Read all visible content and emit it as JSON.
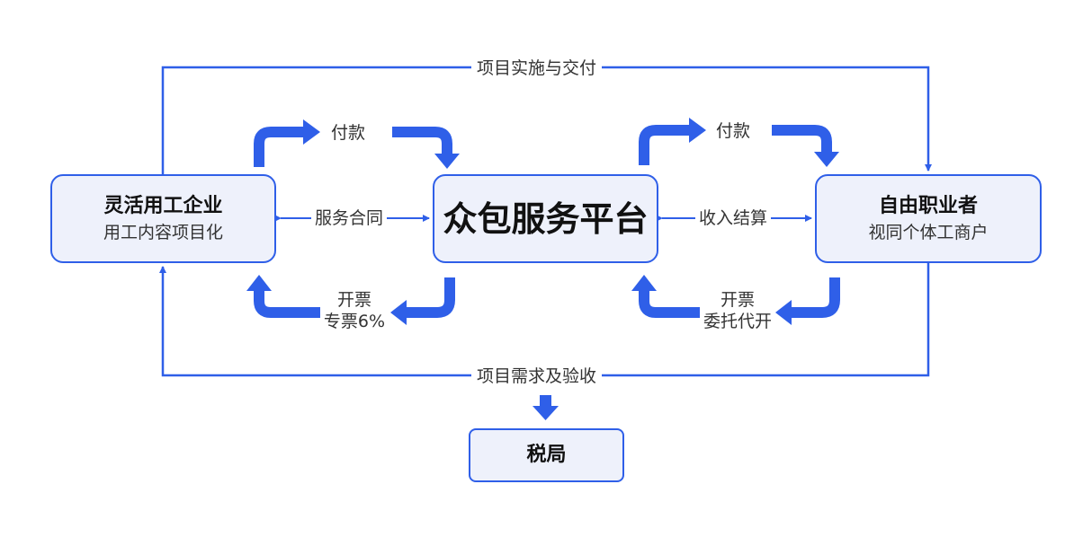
{
  "colors": {
    "accent": "#2f5fe8",
    "node_fill": "#eef1fb"
  },
  "nodes": {
    "enterprise": {
      "title": "灵活用工企业",
      "subtitle": "用工内容项目化"
    },
    "platform": {
      "title": "众包服务平台"
    },
    "freelancer": {
      "title": "自由职业者",
      "subtitle": "视同个体工商户"
    },
    "tax": {
      "title": "税局"
    }
  },
  "edges": {
    "top_loop": "项目实施与交付",
    "bottom_loop": "项目需求及验收",
    "left_pay": "付款",
    "left_contract": "服务合同",
    "left_invoice_1": "开票",
    "left_invoice_2": "专票6%",
    "right_pay": "付款",
    "right_settle": "收入结算",
    "right_invoice_1": "开票",
    "right_invoice_2": "委托代开"
  }
}
